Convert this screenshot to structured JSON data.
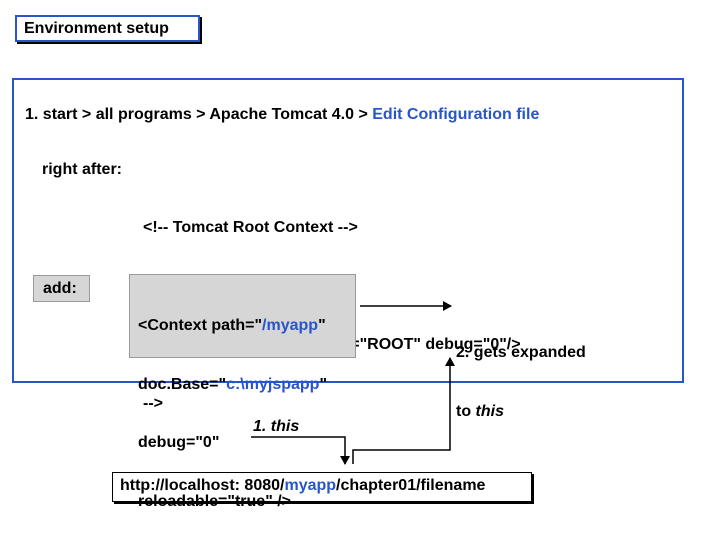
{
  "title": "Environment setup",
  "step1": {
    "path": "1. start > all programs > Apache Tomcat 4.0 > ",
    "link": "Edit Configuration file"
  },
  "right_after": {
    "label": "right after:",
    "lines": [
      "<!-- Tomcat Root Context -->",
      "<!--",
      "<Context path=\"\" doc.Base=\"ROOT\" debug=\"0\"/>",
      "-->"
    ]
  },
  "add": {
    "label": "add:",
    "line1_pre": "<Context path=\"",
    "line1_val": "/myapp",
    "line1_post": "\"",
    "line2_pre": "doc.Base=\"",
    "line2_val": "c:\\myjspapp",
    "line2_post": "\"",
    "line3": "debug=\"0\"",
    "line4": "reloadable=\"true\" />"
  },
  "expanded": {
    "line1": "2. gets expanded",
    "line2_pre": "to ",
    "line2_em": "this"
  },
  "this_label": "1. this",
  "url": {
    "pre": "http://localhost: 8080/",
    "highlight": "myapp",
    "post": "/chapter01/filename"
  },
  "colors": {
    "accent": "#2855c9",
    "box_gray": "#d6d6d6"
  }
}
